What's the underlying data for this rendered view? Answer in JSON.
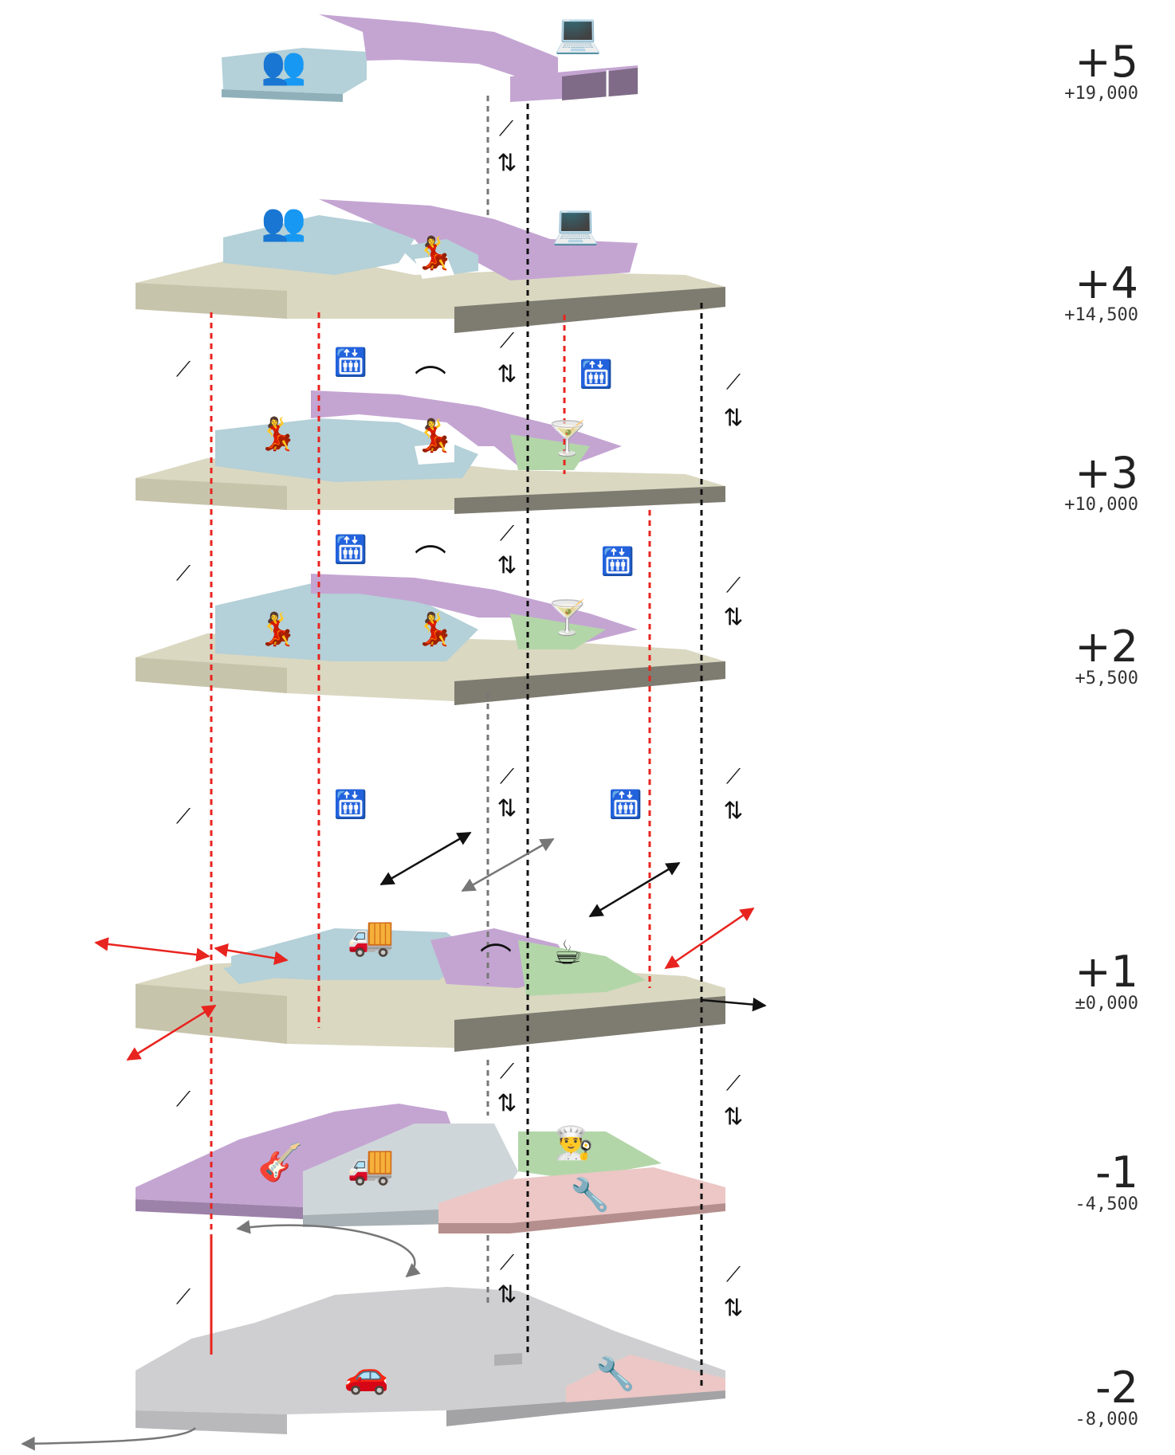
{
  "colors": {
    "base": "#dad8c1",
    "base_side": "#a9a690",
    "base_dark": "#7e7b70",
    "blue": "#b4d0d8",
    "blue_side": "#8fb0b9",
    "purple": "#c4a5d2",
    "purple_side": "#9c82a9",
    "green": "#b3d6a9",
    "pink": "#ecc7c5",
    "pink_side": "#b58f8d",
    "grey": "#cfcfd1",
    "grey_side": "#a3a3a6",
    "red_line": "#e8241f",
    "black_line": "#111111",
    "grey_line": "#777777"
  },
  "levels": [
    {
      "label": "+5",
      "elevation": "+19,000"
    },
    {
      "label": "+4",
      "elevation": "+14,500"
    },
    {
      "label": "+3",
      "elevation": "+10,000"
    },
    {
      "label": "+2",
      "elevation": "+5,500"
    },
    {
      "label": "+1",
      "elevation": "±0,000"
    },
    {
      "label": "-1",
      "elevation": "-4,500"
    },
    {
      "label": "-2",
      "elevation": "-8,000"
    }
  ],
  "icons": {
    "meeting": "meeting-icon",
    "office": "office-desk-icon",
    "stairs": "stairs-icon",
    "elevator": "elevator-icon",
    "escalator": "escalator-icon",
    "fashion": "clothes-hanger-icon",
    "dance": "dance-icon",
    "bar": "cocktail-bar-icon",
    "cafe": "coffee-cup-icon",
    "delivery": "delivery-truck-icon",
    "music": "guitar-icon",
    "chef": "kitchen-icon",
    "service": "wrench-icon",
    "parking": "car-icon"
  }
}
